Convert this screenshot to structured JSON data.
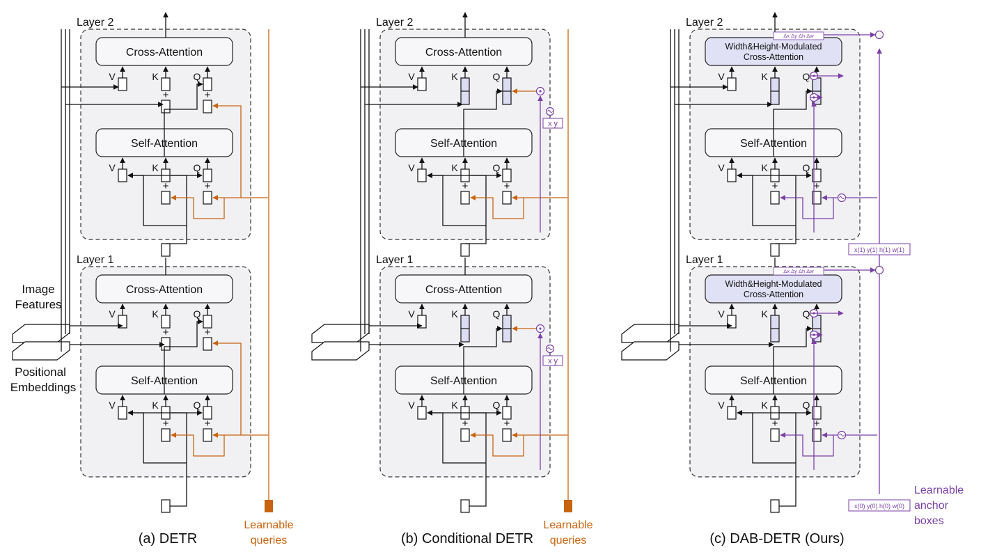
{
  "attention_labels": {
    "cross": "Cross-Attention",
    "self": "Self-Attention",
    "modulated_line1": "Width&Height-Modulated",
    "modulated_line2": "Cross-Attention"
  },
  "layer_labels": [
    "Layer 2",
    "Layer 1"
  ],
  "vkq_labels": [
    "V",
    "K",
    "Q"
  ],
  "input_labels": {
    "image_features": "Image",
    "image_features_2": "Features",
    "positional": "Positional",
    "positional_2": "Embeddings"
  },
  "queries_labels": {
    "learnable_queries_1": "Learnable",
    "learnable_queries_2": "queries",
    "anchor_1": "Learnable",
    "anchor_2": "anchor",
    "anchor_3": "boxes"
  },
  "panel_captions": [
    "(a) DETR",
    "(b) Conditional DETR",
    "(c) DAB-DETR (Ours)"
  ],
  "coord_labels": {
    "xy": "x  y",
    "anchor_top": "x(1) y(1) h(1) w(1)",
    "anchor_bottom": "x(0) y(0) h(0) w(0)",
    "delta": "Δx Δy Δh Δw"
  },
  "colors": {
    "orange": "#c8640f",
    "purple": "#7b3fa6",
    "panel_fill": "#f1f1f4",
    "box_fill": "#f7f7f9",
    "modulated_fill": "#e1e1f6"
  }
}
